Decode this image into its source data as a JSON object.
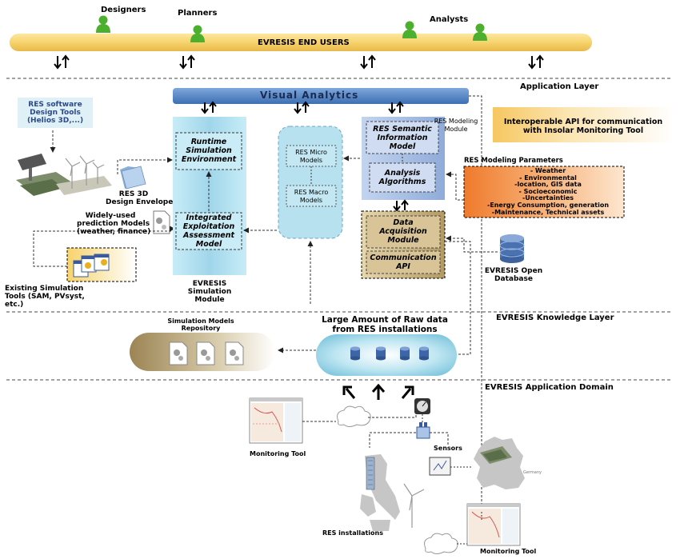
{
  "users": {
    "bar_label": "EVRESIS END USERS",
    "designers": "Designers",
    "planners": "Planners",
    "analysts": "Analysts"
  },
  "layers": {
    "application": "Application Layer",
    "knowledge": "EVRESIS  Knowledge Layer",
    "domain": "EVRESIS Application Domain"
  },
  "visual_analytics": "Visual Analytics",
  "interoperable_api": [
    "Interoperable API for communication",
    "with Insolar Monitoring Tool"
  ],
  "design_tools": [
    "RES software",
    "Design Tools",
    "(Helios 3D,...)"
  ],
  "design_envelope": [
    "RES 3D",
    "Design Envelope"
  ],
  "prediction_models": [
    "Widely-used",
    "prediction Models",
    "(weather, finance)"
  ],
  "existing_tools": [
    "Existing Simulation",
    "Tools (SAM, PVsyst,",
    "etc.)"
  ],
  "simulation_module": {
    "runtime": [
      "Runtime",
      "Simulation",
      "Environment"
    ],
    "integrated": [
      "Integrated",
      "Exploitation",
      "Assessment",
      "Model"
    ],
    "caption": [
      "EVRESIS",
      "Simulation",
      "Module"
    ]
  },
  "models": {
    "micro": [
      "RES Micro",
      "Models"
    ],
    "macro": [
      "RES Macro",
      "Models"
    ]
  },
  "modeling_module": {
    "caption": [
      "RES Modeling",
      "Module"
    ],
    "semantic": [
      "RES Semantic",
      "Information",
      "Model"
    ],
    "analysis": [
      "Analysis",
      "Algorithms"
    ]
  },
  "acquisition": {
    "data": [
      "Data",
      "Acquisition",
      "Module"
    ],
    "api": [
      "Communication",
      "API"
    ]
  },
  "parameters": {
    "title": "RES Modeling Parameters",
    "items": [
      "- Weather",
      "- Environmental",
      "-location, GIS data",
      "- Socioeconomic",
      "-Uncertainties",
      "-Energy Consumption, generation",
      "-Maintenance, Technical assets"
    ]
  },
  "open_database": [
    "EVRESIS Open",
    "Database"
  ],
  "repository": [
    "Simulation Models",
    "Repository"
  ],
  "raw_data": [
    "Large Amount of Raw data",
    "from RES installations"
  ],
  "domain": {
    "monitoring_tool_left": "Monitoring Tool",
    "monitoring_tool_right": "Monitoring Tool",
    "sensors": "Sensors",
    "installations": "RES installations",
    "germany": "Germany"
  },
  "colors": {
    "users_bar": "#f6d36c",
    "visual_analytics": "#4a7fc1",
    "simulation_module": "#a9d8ea",
    "models_box": "#b7e1ef",
    "modeling_module": "#9bb7df",
    "acquisition": "#c9b07a",
    "parameters": "#f08a3c",
    "repository": "#b5a070",
    "raw_data": "#8fd0e4",
    "person": "#4caf2e",
    "api_box": "#f7d37a"
  }
}
